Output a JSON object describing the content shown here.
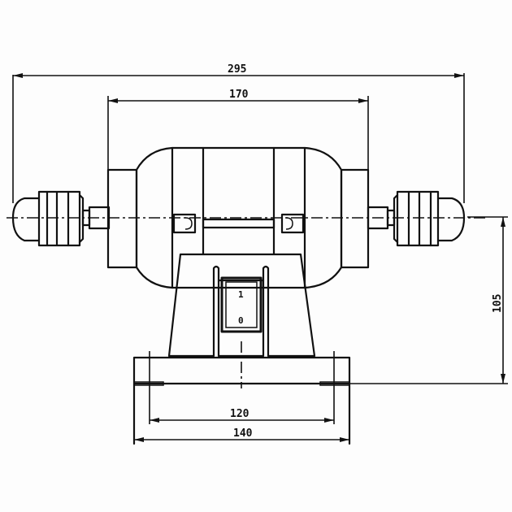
{
  "drawing": {
    "subject": "Bench grinder / polishing motor front elevation",
    "dimensions": {
      "overall_width": "295",
      "motor_body_width": "170",
      "shaft_height": "105",
      "base_hole_spacing": "120",
      "base_width": "140"
    },
    "switch": {
      "on_label": "1",
      "off_label": "0"
    },
    "colors": {
      "line": "#111111",
      "background": "#fdfdfd"
    }
  }
}
